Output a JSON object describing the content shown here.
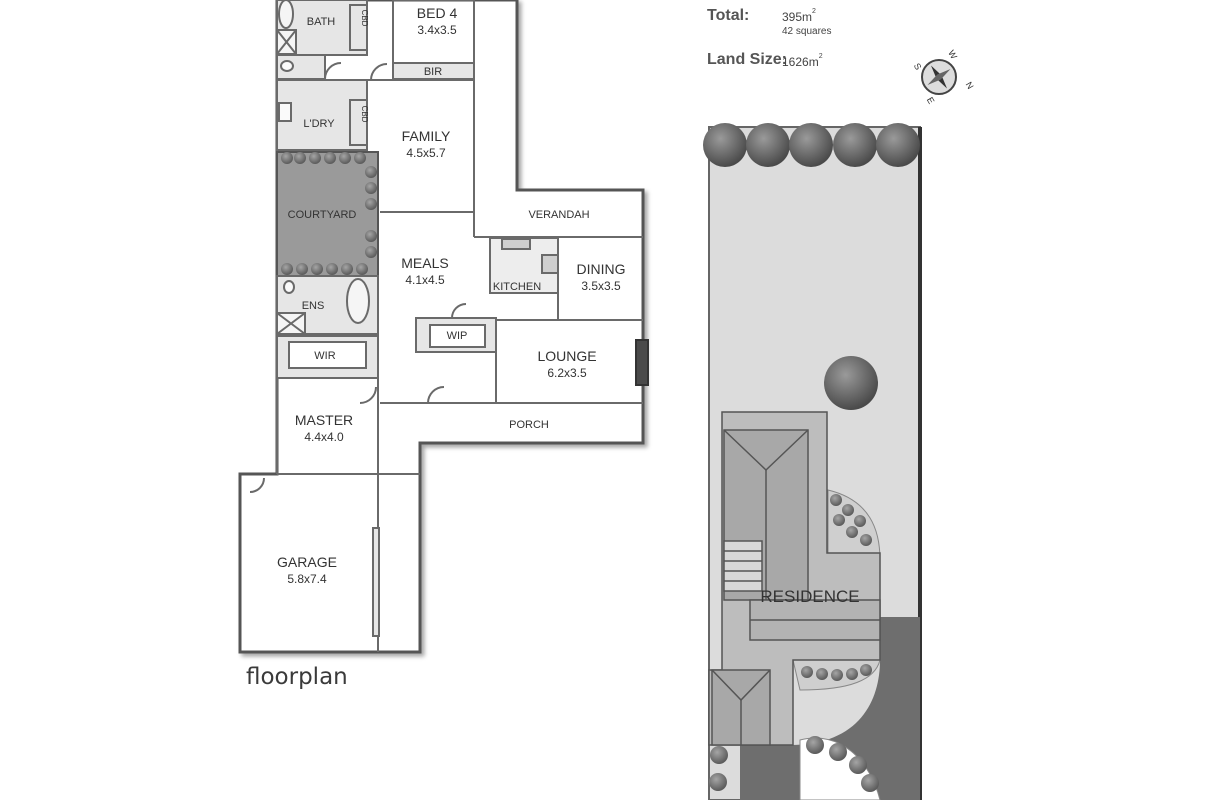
{
  "info": {
    "total_label": "Total:",
    "total_value": "395m",
    "total_sup": "2",
    "total_squares": "42 squares",
    "land_label": "Land Size:",
    "land_value": "1626m",
    "land_sup": "2"
  },
  "compass": {
    "n": "N",
    "e": "E",
    "s": "S",
    "w": "W"
  },
  "floorplan": {
    "caption": "floorplan",
    "rooms": {
      "bath": "BATH",
      "cbd1": "CBD",
      "bed4": "BED 4",
      "bed4_dim": "3.4x3.5",
      "bir": "BIR",
      "laundry": "L'DRY",
      "cbd2": "CBD",
      "family": "FAMILY",
      "family_dim": "4.5x5.7",
      "courtyard": "COURTYARD",
      "verandah": "VERANDAH",
      "meals": "MEALS",
      "meals_dim": "4.1x4.5",
      "kitchen": "KITCHEN",
      "dining": "DINING",
      "dining_dim": "3.5x3.5",
      "ens": "ENS",
      "wip": "WIP",
      "wir": "WIR",
      "lounge": "LOUNGE",
      "lounge_dim": "6.2x3.5",
      "master": "MASTER",
      "master_dim": "4.4x4.0",
      "porch": "PORCH",
      "garage": "GARAGE",
      "garage_dim": "5.8x7.4"
    }
  },
  "siteplan": {
    "residence": "RESIDENCE"
  },
  "colors": {
    "wall": "#555555",
    "courtyard": "#9a9a9a",
    "site": "#dcdcdc",
    "driveway": "#6e6e6e",
    "roof": "#bdbdbd"
  }
}
